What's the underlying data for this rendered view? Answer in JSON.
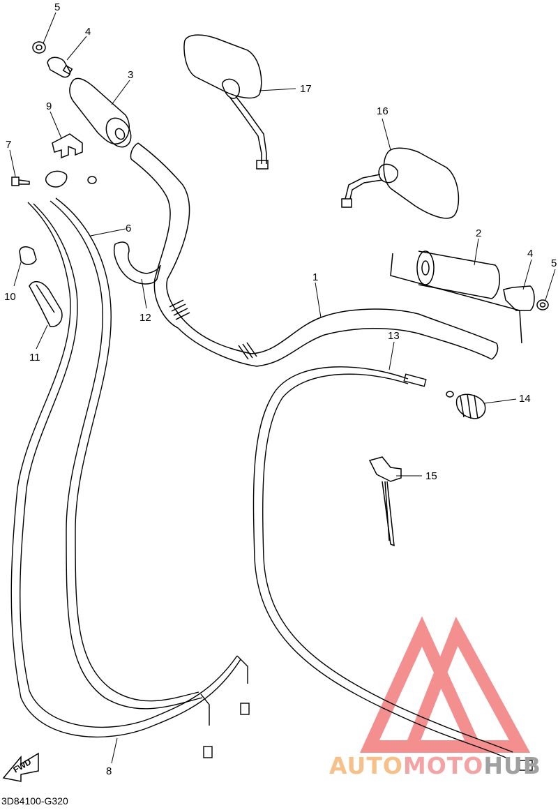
{
  "callouts": [
    {
      "id": "c5a",
      "text": "5"
    },
    {
      "id": "c4a",
      "text": "4"
    },
    {
      "id": "c3",
      "text": "3"
    },
    {
      "id": "c9",
      "text": "9"
    },
    {
      "id": "c7",
      "text": "7"
    },
    {
      "id": "c6",
      "text": "6"
    },
    {
      "id": "c10",
      "text": "10"
    },
    {
      "id": "c11",
      "text": "11"
    },
    {
      "id": "c12",
      "text": "12"
    },
    {
      "id": "c17",
      "text": "17"
    },
    {
      "id": "c16",
      "text": "16"
    },
    {
      "id": "c2",
      "text": "2"
    },
    {
      "id": "c4b",
      "text": "4"
    },
    {
      "id": "c5b",
      "text": "5"
    },
    {
      "id": "c1",
      "text": "1"
    },
    {
      "id": "c13",
      "text": "13"
    },
    {
      "id": "c14",
      "text": "14"
    },
    {
      "id": "c15",
      "text": "15"
    },
    {
      "id": "c8",
      "text": "8"
    }
  ],
  "fwd_label": "FWD",
  "diagram_code": "3D84100-G320",
  "watermark": {
    "part1": "AUTO",
    "part2": "MOTO",
    "part3": "HUB"
  },
  "colors": {
    "line": "#000000",
    "watermark_red": "#f06a6a",
    "watermark_orange": "#f7c089",
    "watermark_gray": "#a0a0a0"
  }
}
